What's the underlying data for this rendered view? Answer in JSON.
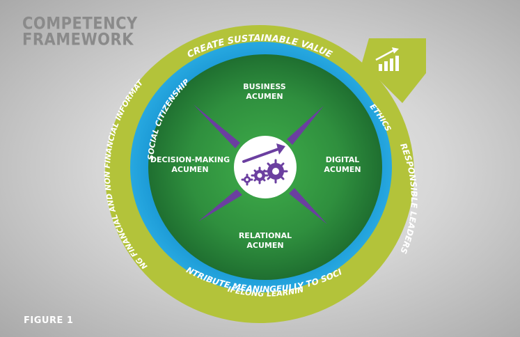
{
  "title": {
    "line1": "COMPETENCY",
    "line2": "FRAMEWORK"
  },
  "figure_label": "FIGURE 1",
  "outer_ring": {
    "top": "CREATE SUSTAINABLE VALUE",
    "right": "RESPONSIBLE LEADERS",
    "bottom": "CONTRIBUTE MEANINGFULLY TO SOCIETY",
    "left": "USING FINANCIAL AND NON FINANCIAL INFORMATION"
  },
  "blue_ring": {
    "left": "SOCIAL CITIZENSHIP",
    "right": "ETHICS",
    "bottom": "LIFELONG LEARNING"
  },
  "quadrants": {
    "top": [
      "BUSINESS",
      "ACUMEN"
    ],
    "left": [
      "DECISION-MAKING",
      "ACUMEN"
    ],
    "right": [
      "DIGITAL",
      "ACUMEN"
    ],
    "bottom": [
      "RELATIONAL",
      "ACUMEN"
    ]
  },
  "icons": {
    "tab": "growth-chart-icon",
    "center": "gears-with-rising-arrow-icon"
  },
  "colors": {
    "outer_ring": "#b3c33a",
    "blue_ring": "#1c9ad6",
    "green_center": "#2f8f3e",
    "purple": "#6b3fa0",
    "background": "#c8c8c8"
  }
}
